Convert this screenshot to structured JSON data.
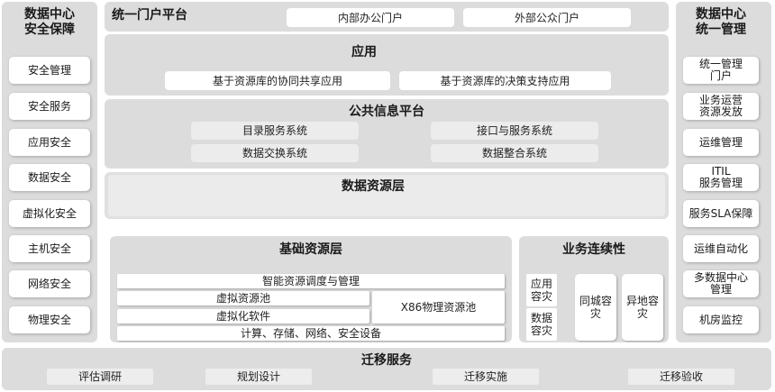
{
  "left_column": {
    "title": "数据中心\n安全保障",
    "items": [
      "安全管理",
      "安全服务",
      "应用安全",
      "数据安全",
      "虚拟化安全",
      "主机安全",
      "网络安全",
      "物理安全"
    ]
  },
  "right_column": {
    "title": "数据中心\n统一管理",
    "items": [
      "统一管理\n门户",
      "业务运营\n资源发放",
      "运维管理",
      "ITIL\n服务管理",
      "服务SLA保障",
      "运维自动化",
      "多数据中心\n管理",
      "机房监控"
    ]
  },
  "portal": {
    "title": "统一门户平台",
    "internal": "内部办公门户",
    "external": "外部公众门户"
  },
  "application": {
    "title": "应用",
    "items": [
      "基于资源库的协同共享应用",
      "基于资源库的决策支持应用"
    ]
  },
  "public_platform": {
    "title": "公共信息平台",
    "items": [
      "目录服务系统",
      "接口与服务系统",
      "数据交换系统",
      "数据整合系统"
    ]
  },
  "data_layer": {
    "title": "数据资源层"
  },
  "infrastructure": {
    "title": "基础资源层",
    "scheduling": "智能资源调度与管理",
    "virtual_pool": "虚拟资源池",
    "virtual_software": "虚拟化软件",
    "x86_pool": "X86物理资源池",
    "devices": "计算、存储、网络、安全设备"
  },
  "continuity": {
    "title": "业务连续性",
    "app_dr": "应用\n容灾",
    "data_dr": "数据\n容灾",
    "same_city": "同城容\n灾",
    "remote": "异地容\n灾"
  },
  "migration": {
    "title": "迁移服务",
    "items": [
      "评估调研",
      "规划设计",
      "迁移实施",
      "迁移验收"
    ]
  }
}
